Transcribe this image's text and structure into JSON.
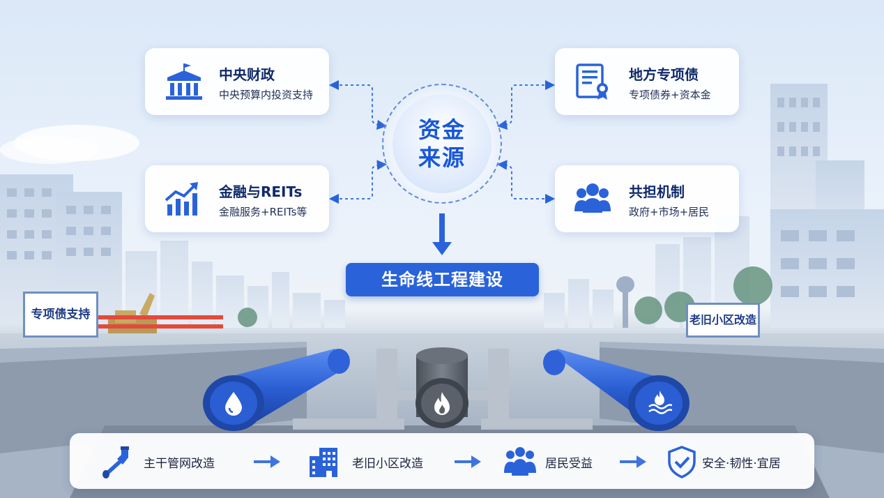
{
  "hub": {
    "line1": "资金",
    "line2": "来源"
  },
  "cards": {
    "central": {
      "title": "中央财政",
      "subtitle": "中央预算内投资支持",
      "icon": "government-building-icon"
    },
    "local": {
      "title": "地方专项债",
      "subtitle": "专项债券+资本金",
      "icon": "certificate-icon"
    },
    "finance": {
      "title": "金融与REITs",
      "subtitle": "金融服务+REITs等",
      "icon": "rising-chart-icon"
    },
    "shared": {
      "title": "共担机制",
      "subtitle": "政府+市场+居民",
      "icon": "people-group-icon"
    }
  },
  "banner": "生命线工程建设",
  "signs": {
    "left": "专项债支持",
    "right": "老旧小区改造"
  },
  "pipes": [
    {
      "icon": "water-drop-icon",
      "color": "#2f62d8"
    },
    {
      "icon": "gas-flame-icon",
      "color": "#5f6670"
    },
    {
      "icon": "heat-water-icon",
      "color": "#2f62d8"
    }
  ],
  "flow": [
    {
      "label": "主干管网改造",
      "icon": "pipe-icon"
    },
    {
      "label": "老旧小区改造",
      "icon": "building-icon"
    },
    {
      "label": "居民受益",
      "icon": "residents-icon"
    },
    {
      "label": "安全·韧性·宜居",
      "icon": "shield-check-icon"
    }
  ],
  "colors": {
    "primary": "#2a63d9",
    "title": "#0f2a6b",
    "pipe_blue": "#2f62d8",
    "pipe_gray": "#5f6670"
  }
}
